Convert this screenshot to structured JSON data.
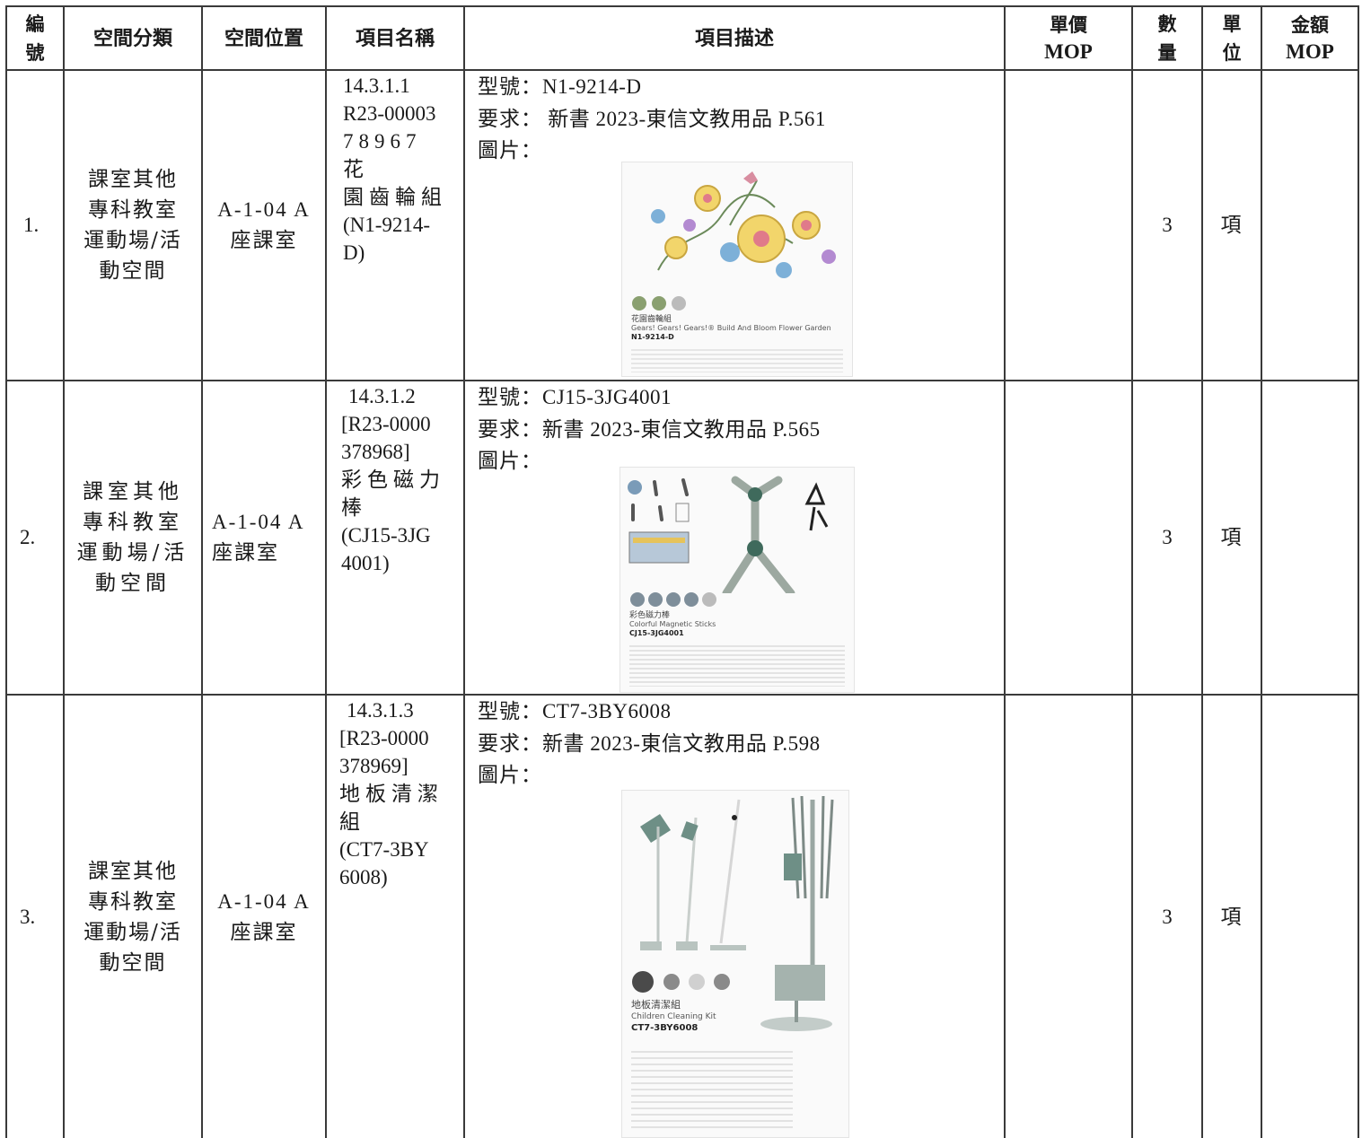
{
  "header": {
    "no_line1": "編",
    "no_line2": "號",
    "space_category": "空間分類",
    "space_location": "空間位置",
    "item_name": "項目名稱",
    "item_desc": "項目描述",
    "unit_price_line1": "單價",
    "unit_price_line2": "MOP",
    "qty_line1": "數",
    "qty_line2": "量",
    "unit_line1": "單",
    "unit_line2": "位",
    "amount_line1": "金額",
    "amount_line2": "MOP"
  },
  "rows": [
    {
      "no": "1.",
      "category_lines": [
        "課室其他",
        "專科教室",
        "運動場/活",
        "動空間"
      ],
      "location_lines": [
        "A-1-04 A",
        "座課室"
      ],
      "name_lines": [
        "14.3.1.1",
        "R23-00003",
        "78967　花",
        "園齒輪組",
        "(N1-9214-",
        "D)"
      ],
      "model_label": "型號：",
      "model": "N1-9214-D",
      "req_label": "要求：",
      "req": " 新書 2023-東信文教用品 P.561",
      "pic_label": "圖片：",
      "pic_caption_cn": "花園齒輪組",
      "pic_caption_en": "Gears! Gears! Gears!® Build And Bloom Flower Garden",
      "pic_caption_code": "N1-9214-D",
      "qty": "3",
      "unit": "項"
    },
    {
      "no": "2.",
      "category_lines": [
        "課室其他",
        "專科教室",
        "運動場/活",
        "動空間"
      ],
      "location_lines": [
        "A-1-04 A",
        "座課室"
      ],
      "name_lines": [
        "14.3.1.2",
        "[R23-0000",
        "378968]",
        "彩色磁力",
        "棒",
        "(CJ15-3JG",
        "4001)"
      ],
      "model_label": "型號：",
      "model": "CJ15-3JG4001",
      "req_label": "要求：",
      "req": "新書 2023-東信文教用品 P.565",
      "pic_label": "圖片：",
      "pic_caption_cn": "彩色磁力棒",
      "pic_caption_en": "Colorful Magnetic Sticks",
      "pic_caption_code": "CJ15-3JG4001",
      "qty": "3",
      "unit": "項"
    },
    {
      "no": "3.",
      "category_lines": [
        "課室其他",
        "專科教室",
        "運動場/活",
        "動空間"
      ],
      "location_lines": [
        "A-1-04 A",
        "座課室"
      ],
      "name_lines": [
        "14.3.1.3",
        "[R23-0000",
        "378969]",
        "地板清潔",
        "組",
        "(CT7-3BY",
        "6008)"
      ],
      "model_label": "型號：",
      "model": "CT7-3BY6008",
      "req_label": "要求：",
      "req": "新書 2023-東信文教用品 P.598",
      "pic_label": "圖片：",
      "pic_caption_cn": "地板清潔組",
      "pic_caption_en": "Children Cleaning Kit",
      "pic_caption_code": "CT7-3BY6008",
      "qty": "3",
      "unit": "項"
    }
  ]
}
